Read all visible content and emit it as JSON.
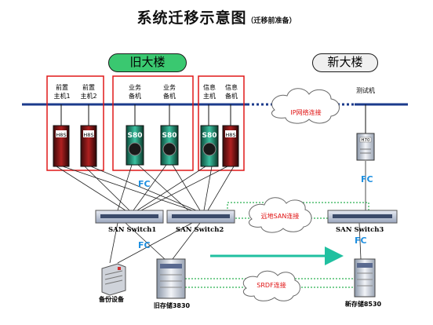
{
  "title": {
    "main": "系统迁移示意图",
    "sub": "（迁移前准备）"
  },
  "buildings": {
    "old": "旧大楼",
    "new": "新大楼"
  },
  "hosts": {
    "prod1": [
      "前置",
      "主机1"
    ],
    "prod2": [
      "前置",
      "主机2"
    ],
    "biz1": [
      "业务",
      "备机"
    ],
    "biz2": [
      "业务",
      "备机"
    ],
    "info1": [
      "信息",
      "主机"
    ],
    "info2": [
      "信息",
      "备机"
    ],
    "test": [
      "测试机"
    ]
  },
  "server_badges": {
    "h8": "H8S",
    "s80": "S80",
    "h70": "H70"
  },
  "clouds": {
    "ip": "IP网络连接",
    "san": "远地SAN连接",
    "srdf": "SRDF连接"
  },
  "fc_label": "FC",
  "switches": {
    "sw1": "SAN Switch1",
    "sw2": "SAN Switch2",
    "sw3": "SAN Switch3"
  },
  "storage": {
    "backup": "备份设备",
    "old": "旧存储3830",
    "new": "新存储8530"
  },
  "colors": {
    "ip_bus": "#1b3a8c",
    "group_box": "#e01818",
    "fc_text": "#1e8fe0",
    "link_dotted": "#2ab050",
    "migration_arrow": "#20c0a0"
  }
}
